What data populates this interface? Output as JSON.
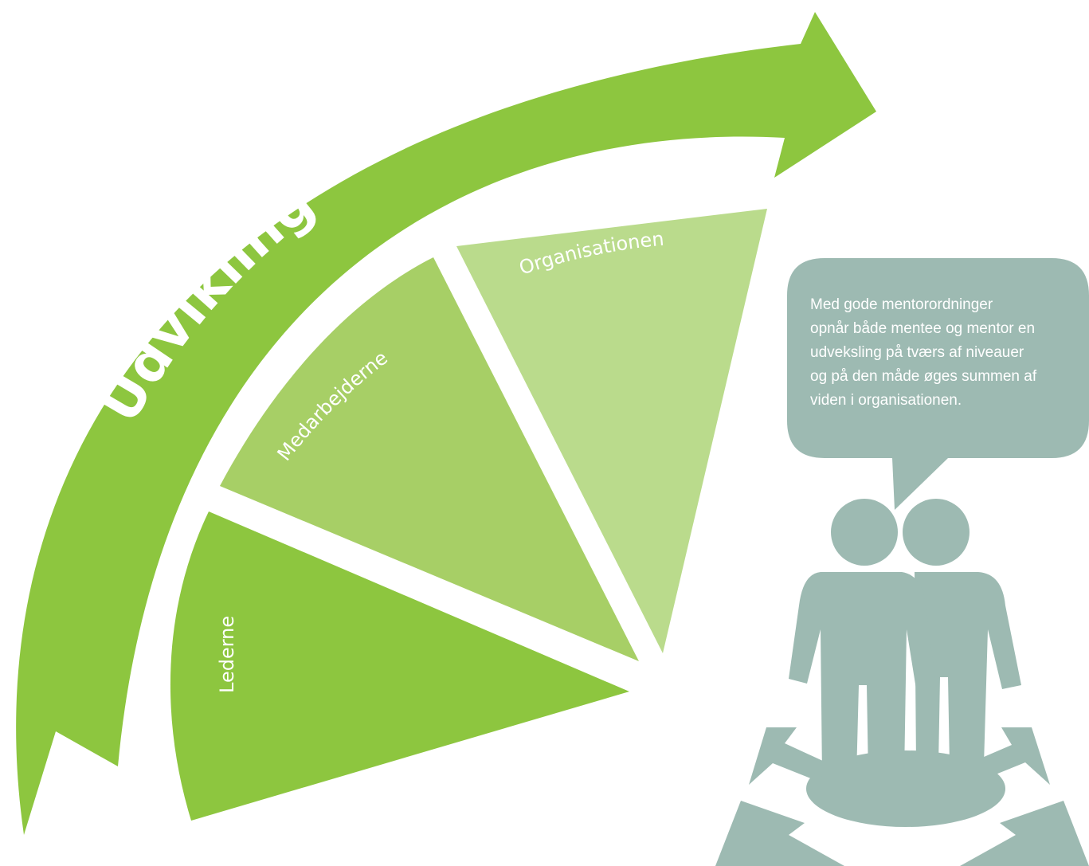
{
  "arrow": {
    "label": "Udvikling",
    "color": "#8dc63f"
  },
  "segments": [
    {
      "label": "Lederne",
      "color": "#8dc63f"
    },
    {
      "label": "Medarbejderne",
      "color": "#a7cf66"
    },
    {
      "label": "Organisationen",
      "color": "#badb8c"
    }
  ],
  "bubble": {
    "lines": [
      "Med gode mentorordninger",
      "opnår både mentee og mentor en",
      "udveksling på tværs af niveauer",
      "og på den måde øges summen af",
      "viden i organisationen."
    ],
    "color": "#9dbab2"
  },
  "figures": {
    "icon": "two-people-crossroads-icon",
    "color": "#9dbab2"
  }
}
